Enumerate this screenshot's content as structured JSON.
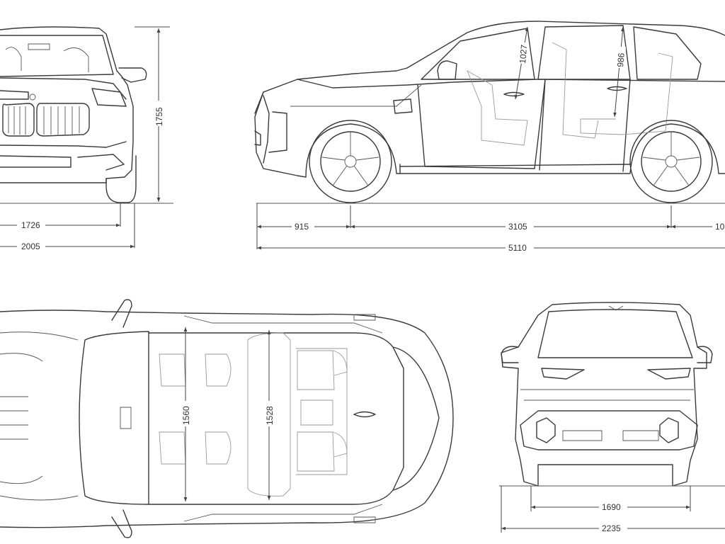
{
  "dimensions": {
    "height": "1755",
    "front_track": "1726",
    "width_mirrors_front": "2005",
    "front_overhang": "915",
    "wheelbase": "3105",
    "rear_overhang_partial": "10",
    "length": "5110",
    "front_headroom": "1027",
    "rear_headroom": "986",
    "front_interior_width": "1560",
    "rear_interior_width": "1528",
    "rear_track": "1690",
    "width_mirrors_rear": "2235"
  }
}
